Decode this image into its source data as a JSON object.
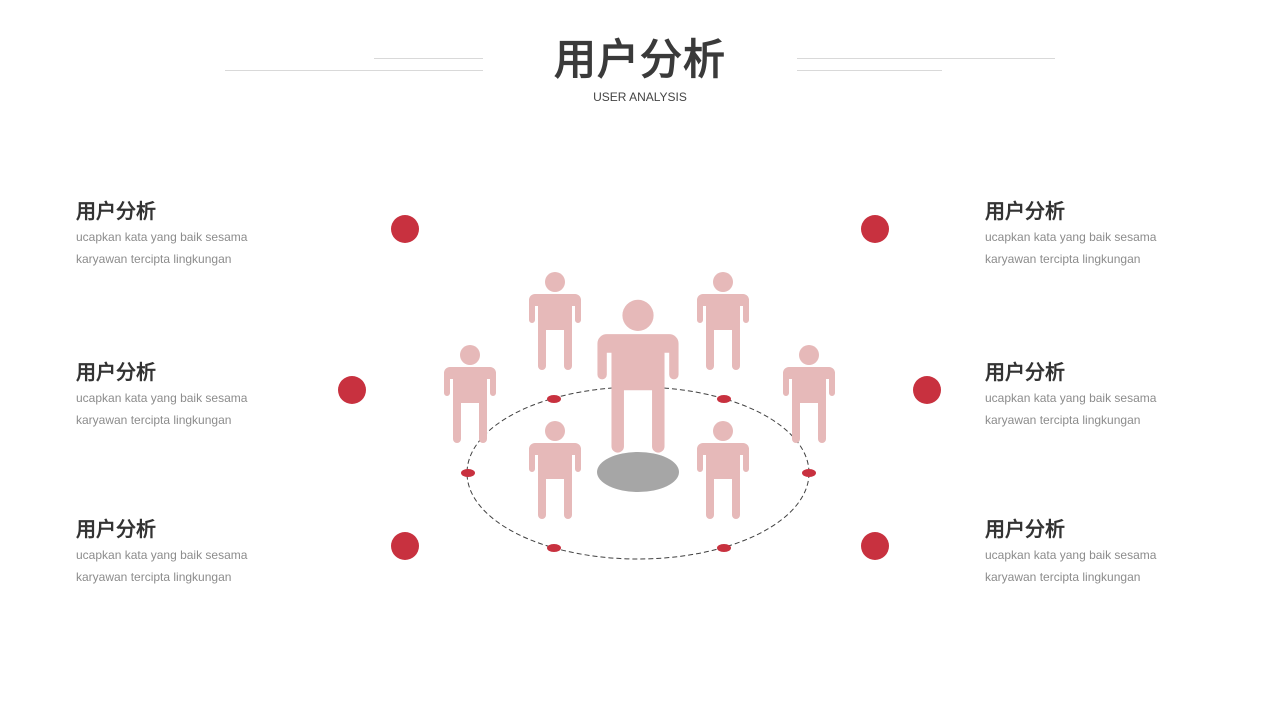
{
  "header": {
    "title": "用户分析",
    "subtitle": "USER ANALYSIS"
  },
  "items": [
    {
      "heading": "用户分析",
      "line1": "ucapkan kata yang baik sesama",
      "line2": "karyawan tercipta lingkungan"
    },
    {
      "heading": "用户分析",
      "line1": "ucapkan kata yang baik sesama",
      "line2": "karyawan tercipta lingkungan"
    },
    {
      "heading": "用户分析",
      "line1": "ucapkan kata yang baik sesama",
      "line2": "karyawan tercipta lingkungan"
    },
    {
      "heading": "用户分析",
      "line1": "ucapkan kata yang baik sesama",
      "line2": "karyawan tercipta lingkungan"
    },
    {
      "heading": "用户分析",
      "line1": "ucapkan kata yang baik sesama",
      "line2": "karyawan tercipta lingkungan"
    },
    {
      "heading": "用户分析",
      "line1": "ucapkan kata yang baik sesama",
      "line2": "karyawan tercipta lingkungan"
    }
  ],
  "colors": {
    "accent": "#c8313f",
    "figure": "#e6b9b9",
    "shadow": "#a6a6a6",
    "heading": "#333333",
    "body_text": "#8c8c8c"
  },
  "icons": {
    "person": "person-icon",
    "dot": "red-dot-marker"
  }
}
